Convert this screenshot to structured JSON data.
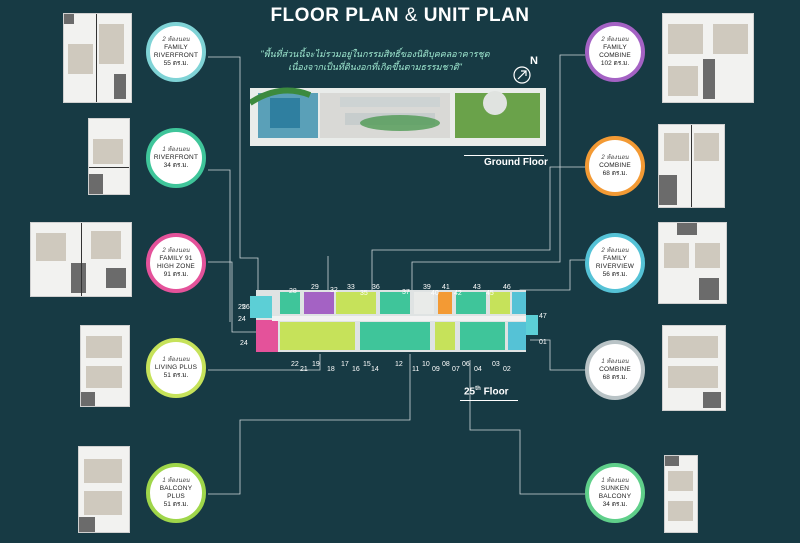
{
  "title": {
    "main": "FLOOR PLAN",
    "amp": "&",
    "sub": "UNIT PLAN"
  },
  "note": "\"พื้นที่ส่วนนี้จะไม่รวมอยู่ในกรรมสิทธิ์ของนิติบุคคลอาคารชุด เนื่องจากเป็นที่ดินงอกที่เกิดขึ้นตามธรรมชาติ\"",
  "north_label": "N",
  "ground_floor_label": "Ground Floor",
  "floor25": {
    "num": "25",
    "suffix": "th",
    "word": "Floor"
  },
  "badges": {
    "family_riverfront": {
      "bed": "2 ห้องนอน",
      "name1": "FAMILY",
      "name2": "RIVERFRONT",
      "area": "55 ตร.ม.",
      "color": "#7fd3d6"
    },
    "riverfront": {
      "bed": "1 ห้องนอน",
      "name1": "RIVERFRONT",
      "name2": "",
      "area": "34 ตร.ม.",
      "color": "#3fc59a"
    },
    "family91": {
      "bed": "2 ห้องนอน",
      "name1": "FAMILY 91",
      "name2": "HIGH ZONE",
      "area": "91 ตร.ม.",
      "color": "#e4529a"
    },
    "living_plus": {
      "bed": "1 ห้องนอน",
      "name1": "LIVING PLUS",
      "name2": "",
      "area": "51 ตร.ม.",
      "color": "#c6e25a"
    },
    "balcony_plus": {
      "bed": "1 ห้องนอน",
      "name1": "BALCONY",
      "name2": "PLUS",
      "area": "51 ตร.ม.",
      "color": "#9fd64a"
    },
    "family_combine": {
      "bed": "2 ห้องนอน",
      "name1": "FAMILY",
      "name2": "COMBINE",
      "area": "102 ตร.ม.",
      "color": "#a462c4"
    },
    "combine_orange": {
      "bed": "2 ห้องนอน",
      "name1": "COMBINE",
      "name2": "",
      "area": "68 ตร.ม.",
      "color": "#f39a34"
    },
    "family_riverview": {
      "bed": "2 ห้องนอน",
      "name1": "FAMILY",
      "name2": "RIVERVIEW",
      "area": "56 ตร.ม.",
      "color": "#55c2d6"
    },
    "combine_grey": {
      "bed": "1 ห้องนอน",
      "name1": "COMBINE",
      "name2": "",
      "area": "68 ตร.ม.",
      "color": "#b9c3c6"
    },
    "sunken_balcony": {
      "bed": "1 ห้องนอน",
      "name1": "SUNKEN",
      "name2": "BALCONY",
      "area": "34 ตร.ม.",
      "color": "#5fcf8a"
    }
  },
  "units_top": [
    "26",
    "28",
    "29",
    "32",
    "33",
    "35",
    "36",
    "37",
    "39",
    "40",
    "41",
    "42",
    "43",
    "45",
    "46"
  ],
  "units_bottom": [
    "22",
    "21",
    "19",
    "18",
    "17",
    "16",
    "15",
    "14",
    "12",
    "11",
    "10",
    "09",
    "08",
    "07",
    "06",
    "04",
    "03",
    "02"
  ],
  "units_side": [
    "25",
    "24",
    "47",
    "01"
  ]
}
